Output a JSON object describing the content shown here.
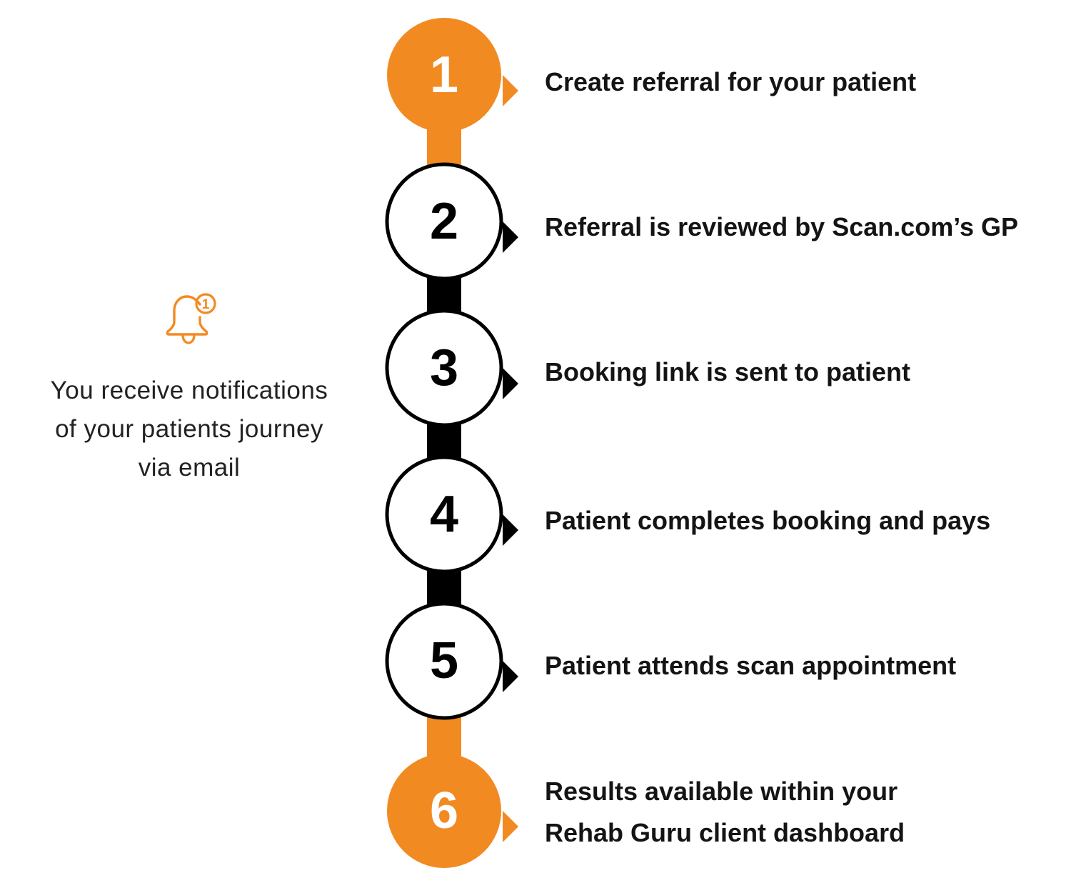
{
  "colors": {
    "accent": "#F28A22",
    "dark": "#000000",
    "text": "#141414",
    "background": "#FFFFFF"
  },
  "steps": [
    {
      "number": "1",
      "style": "filled",
      "label_lines": [
        "Create referral for your patient"
      ]
    },
    {
      "number": "2",
      "style": "outline",
      "label_lines": [
        "Referral is reviewed by Scan.com’s GP"
      ]
    },
    {
      "number": "3",
      "style": "outline",
      "label_lines": [
        "Booking link is sent to patient"
      ]
    },
    {
      "number": "4",
      "style": "outline",
      "label_lines": [
        "Patient completes booking and pays"
      ]
    },
    {
      "number": "5",
      "style": "outline",
      "label_lines": [
        "Patient attends scan appointment"
      ]
    },
    {
      "number": "6",
      "style": "filled",
      "label_lines": [
        "Results available within your",
        "Rehab Guru client dashboard"
      ]
    }
  ],
  "connectors": [
    "accent",
    "dark",
    "dark",
    "dark",
    "accent"
  ],
  "notification": {
    "icon": "bell-notification-icon",
    "badge_count": "1",
    "text_lines": [
      "You receive notifications",
      "of your patients journey",
      "via email"
    ]
  }
}
